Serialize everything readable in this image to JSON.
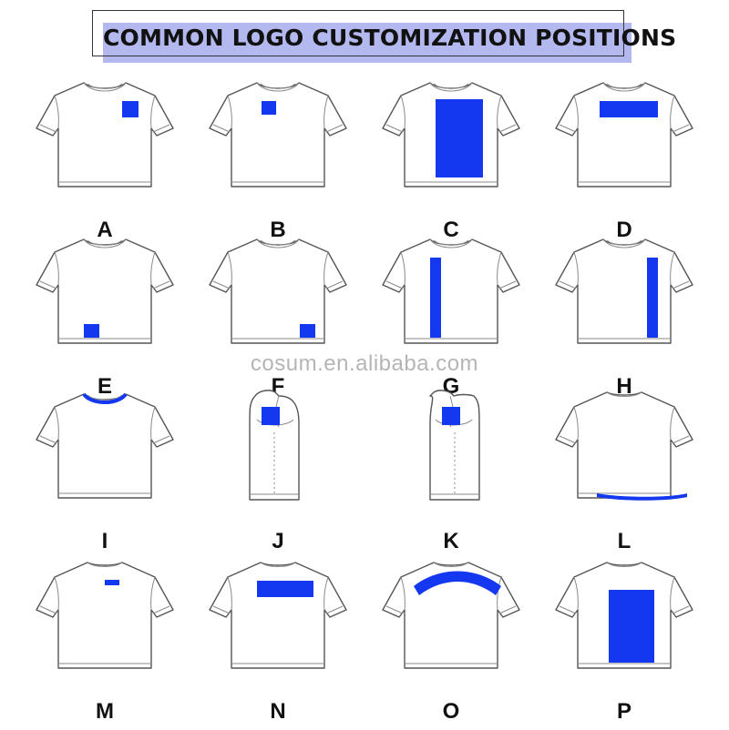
{
  "title": "COMMON LOGO CUSTOMIZATION POSITIONS",
  "watermark": "cosum.en.alibaba.com",
  "colors": {
    "logo": "#1437f0",
    "title_band": "#b3b9ef",
    "outline": "#555555"
  },
  "positions": [
    {
      "letter": "A",
      "view": "front",
      "logo": "left-chest-large"
    },
    {
      "letter": "B",
      "view": "front",
      "logo": "left-chest-small"
    },
    {
      "letter": "C",
      "view": "front",
      "logo": "full-front"
    },
    {
      "letter": "D",
      "view": "front",
      "logo": "chest-bar"
    },
    {
      "letter": "E",
      "view": "front",
      "logo": "bottom-left-hem"
    },
    {
      "letter": "F",
      "view": "front",
      "logo": "bottom-right-hem"
    },
    {
      "letter": "G",
      "view": "front",
      "logo": "vertical-left"
    },
    {
      "letter": "H",
      "view": "front",
      "logo": "vertical-right"
    },
    {
      "letter": "I",
      "view": "front",
      "logo": "collar"
    },
    {
      "letter": "J",
      "view": "side-left",
      "logo": "sleeve"
    },
    {
      "letter": "K",
      "view": "side-right",
      "logo": "sleeve"
    },
    {
      "letter": "L",
      "view": "back",
      "logo": "hem-band"
    },
    {
      "letter": "M",
      "view": "back",
      "logo": "neck-small"
    },
    {
      "letter": "N",
      "view": "back",
      "logo": "upper-back-bar"
    },
    {
      "letter": "O",
      "view": "back",
      "logo": "arched-shoulders"
    },
    {
      "letter": "P",
      "view": "back",
      "logo": "full-back"
    }
  ]
}
